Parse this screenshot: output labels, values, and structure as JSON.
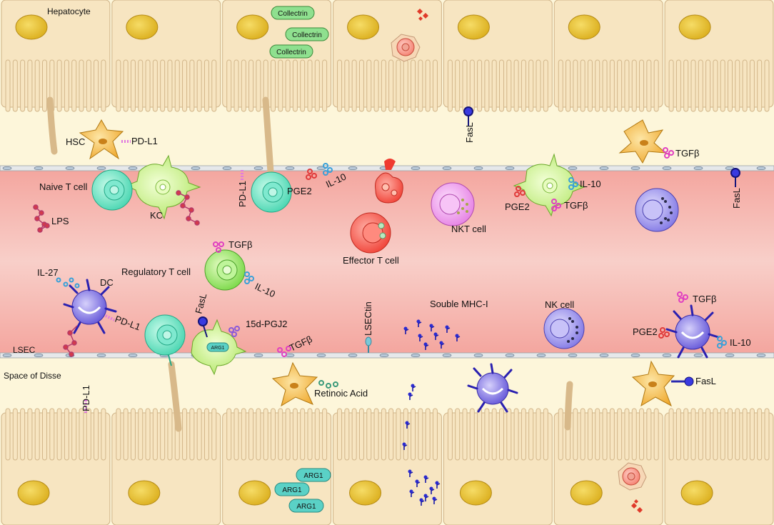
{
  "labels": {
    "hepatocyte": "Hepatocyte",
    "hsc": "HSC",
    "naive_t": "Naive T cell",
    "kc": "KC",
    "lps": "LPS",
    "pgE2_top": "PGE2",
    "il10_top": "IL-10",
    "il10_kc2": "IL-10",
    "pge2_kc2": "PGE2",
    "tgfb_kc2": "TGFβ",
    "nkt": "NKT cell",
    "effector": "Effector T cell",
    "tgfb_treg": "TGFβ",
    "treg": "Regulatory T cell",
    "il10_treg": "IL-10",
    "il27": "IL-27",
    "dc": "DC",
    "pdl1_dc": "PD-L1",
    "pdl1_hsc": "PD-L1",
    "pdl1_lsec": "PD-L1",
    "pdl1_disse": "PD-L1",
    "fasl_top": "FasL",
    "fasl_right": "FasL",
    "fasl_left": "FasL",
    "fasl_bottom": "FasL",
    "tgfb_hsc_right": "TGFβ",
    "pgj2": "15d-PGJ2",
    "tgfb_low": "TGFβ",
    "lsectin": "LSECtin",
    "mhc": "Souble MHC-I",
    "nk": "NK cell",
    "tgfb_dc2": "TGFβ",
    "pge2_dc2": "PGE2",
    "il10_dc2": "IL-10",
    "lsec": "LSEC",
    "disse": "Space of Disse",
    "retinoic": "Retinoic Acid",
    "arg1_small": "ARG1"
  },
  "collectrin": [
    "Collectrin",
    "Collectrin",
    "Collectrin"
  ],
  "arg1": [
    "ARG1",
    "ARG1",
    "ARG1"
  ],
  "colors": {
    "hepatocyte": "#f8e6c4",
    "nucleus": "#e8c23a",
    "sinusoid": "#f6b4ad",
    "disse": "#fdf7d8",
    "pill": "#8fe08f",
    "arg_pill": "#5ad1c6",
    "naive_t": "#5fe0bf",
    "treg": "#8fe06a",
    "effector": "#ff5a4e",
    "nkt": "#f3a5f2",
    "nk": "#9b93f0",
    "dc": "#7d6ee6",
    "hsc": "#f2b236"
  }
}
